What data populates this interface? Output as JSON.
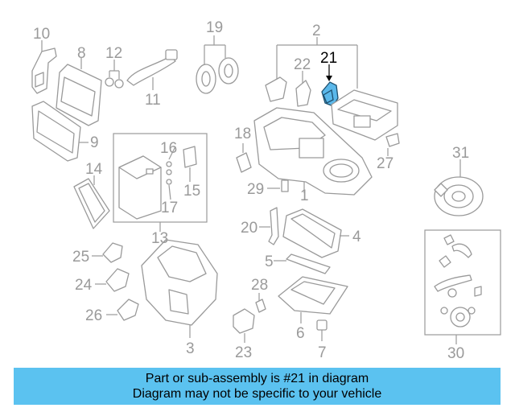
{
  "diagram": {
    "highlighted_part": "21",
    "callouts": [
      "10",
      "8",
      "12",
      "11",
      "19",
      "9",
      "14",
      "16",
      "15",
      "17",
      "13",
      "25",
      "24",
      "26",
      "3",
      "2",
      "22",
      "21",
      "18",
      "27",
      "29",
      "1",
      "20",
      "4",
      "5",
      "28",
      "6",
      "23",
      "7",
      "31",
      "30"
    ]
  },
  "banner": {
    "line1": "Part or sub-assembly is #21 in diagram",
    "line2": "Diagram may not be specific to your vehicle"
  },
  "colors": {
    "highlight_part": "#5bb8ea",
    "banner_bg": "#5bc2f0",
    "line": "#9a9a9a"
  }
}
